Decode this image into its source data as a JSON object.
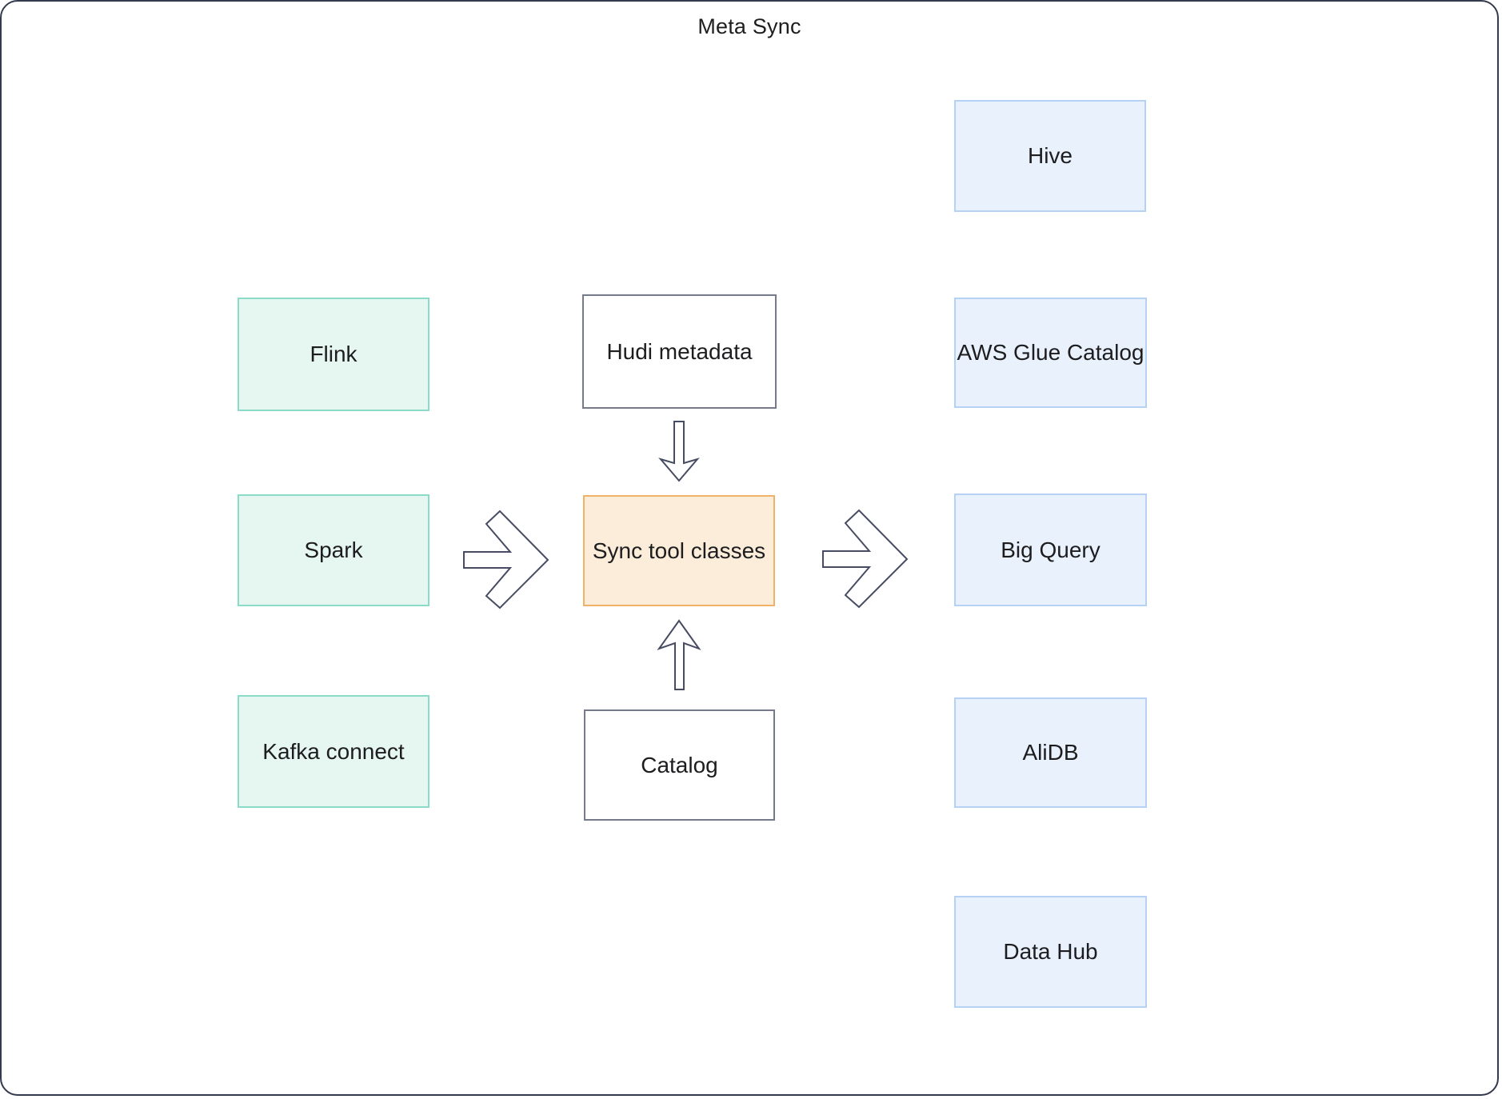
{
  "title": "Meta Sync",
  "nodes": {
    "flink": {
      "label": "Flink",
      "role": "source"
    },
    "spark": {
      "label": "Spark",
      "role": "source"
    },
    "kafka": {
      "label": "Kafka connect",
      "role": "source"
    },
    "hudi": {
      "label": "Hudi metadata",
      "role": "input"
    },
    "sync": {
      "label": "Sync tool classes",
      "role": "hub"
    },
    "catalog": {
      "label": "Catalog",
      "role": "input"
    },
    "hive": {
      "label": "Hive",
      "role": "target"
    },
    "glue": {
      "label": "AWS Glue Catalog",
      "role": "target"
    },
    "bigquery": {
      "label": "Big Query",
      "role": "target"
    },
    "alidb": {
      "label": "AliDB",
      "role": "target"
    },
    "datahub": {
      "label": "Data Hub",
      "role": "target"
    }
  },
  "edges": [
    {
      "from": "Hudi metadata",
      "to": "Sync tool classes",
      "icon": "block-arrow-down-icon"
    },
    {
      "from": "Catalog",
      "to": "Sync tool classes",
      "icon": "block-arrow-up-icon"
    },
    {
      "from": "Spark",
      "to": "Sync tool classes",
      "icon": "block-arrow-right-icon"
    },
    {
      "from": "Sync tool classes",
      "to": "Big Query",
      "icon": "block-arrow-right-icon"
    }
  ],
  "colors": {
    "source_fill": "#e6f6f1",
    "source_border": "#8adbc7",
    "hub_fill": "#fcedda",
    "hub_border": "#f0b269",
    "target_fill": "#e9f1fd",
    "target_border": "#b5d1f4",
    "neutral_fill": "#ffffff",
    "neutral_border": "#767b8b",
    "arrow_outline": "#474c63",
    "canvas_border": "#343a4d",
    "text": "#1d1d1f"
  }
}
